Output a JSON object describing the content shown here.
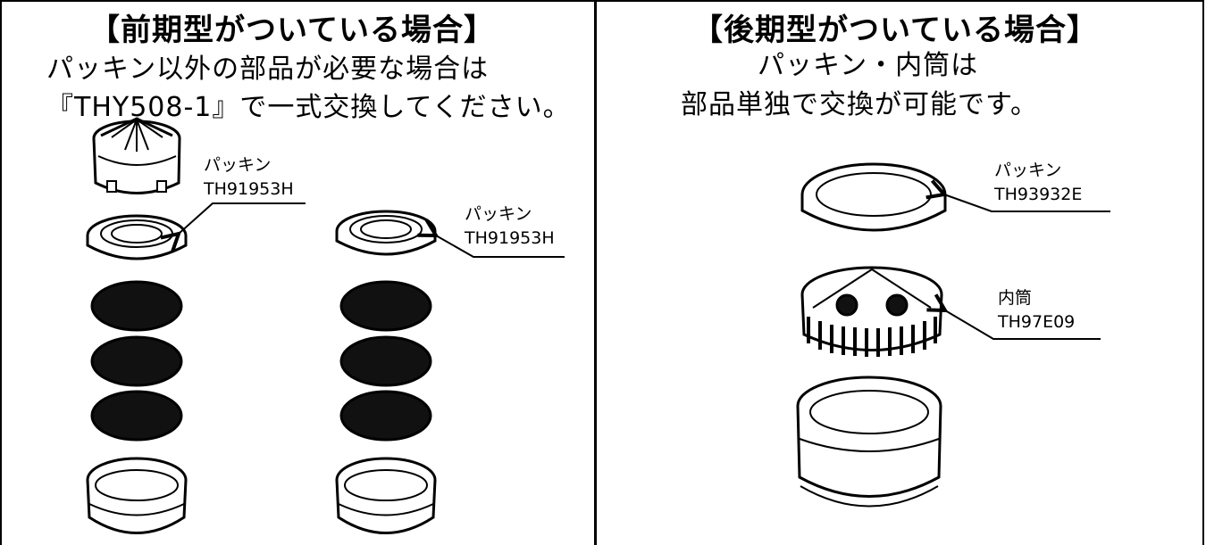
{
  "left_panel": {
    "heading": "【前期型がついている場合】",
    "line1": "パッキン以外の部品が必要な場合は",
    "line2": "『THY508-1』で一式交換してください。",
    "callout_a": {
      "name": "パッキン",
      "part": "TH91953H"
    },
    "callout_b": {
      "name": "パッキン",
      "part": "TH91953H"
    }
  },
  "right_panel": {
    "heading": "【後期型がついている場合】",
    "line1": "パッキン・内筒は",
    "line2": "部品単独で交換が可能です。",
    "callout_a": {
      "name": "パッキン",
      "part": "TH93932E"
    },
    "callout_b": {
      "name": "内筒",
      "part": "TH97E09"
    }
  }
}
